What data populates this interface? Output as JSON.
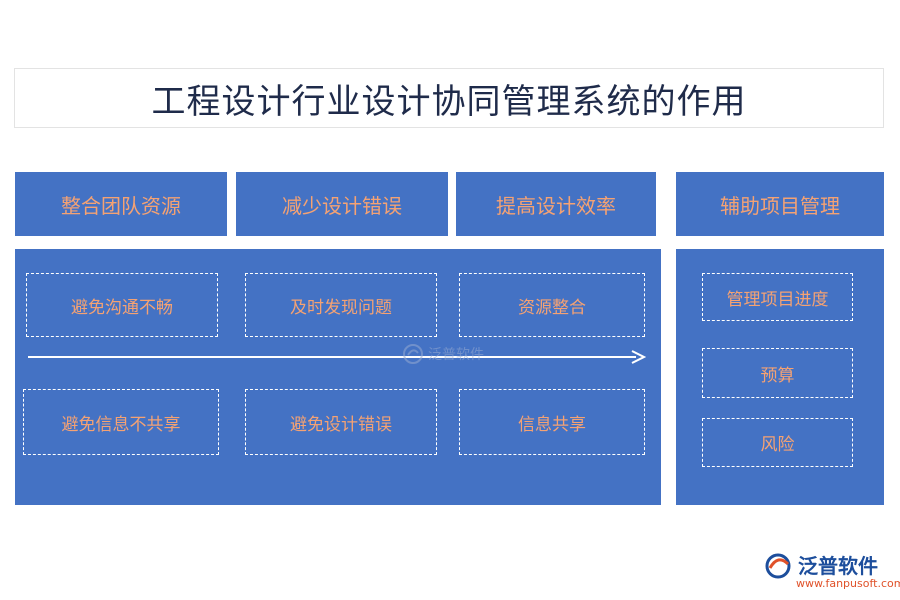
{
  "title": "工程设计行业设计协同管理系统的作用",
  "headers": [
    "整合团队资源",
    "减少设计错误",
    "提高设计效率",
    "辅助项目管理"
  ],
  "left_panel": {
    "row1": [
      "避免沟通不畅",
      "及时发现问题",
      "资源整合"
    ],
    "row2": [
      "避免信息不共享",
      "避免设计错误",
      "信息共享"
    ]
  },
  "right_panel": {
    "items": [
      "管理项目进度",
      "预算",
      "风险"
    ]
  },
  "watermark": "泛普软件",
  "logo": {
    "name": "泛普软件",
    "url": "www.fanpusoft.com"
  },
  "colors": {
    "box_blue": "#4472c4",
    "label_orange": "#f5a273",
    "title_navy": "#1f2b4a"
  }
}
